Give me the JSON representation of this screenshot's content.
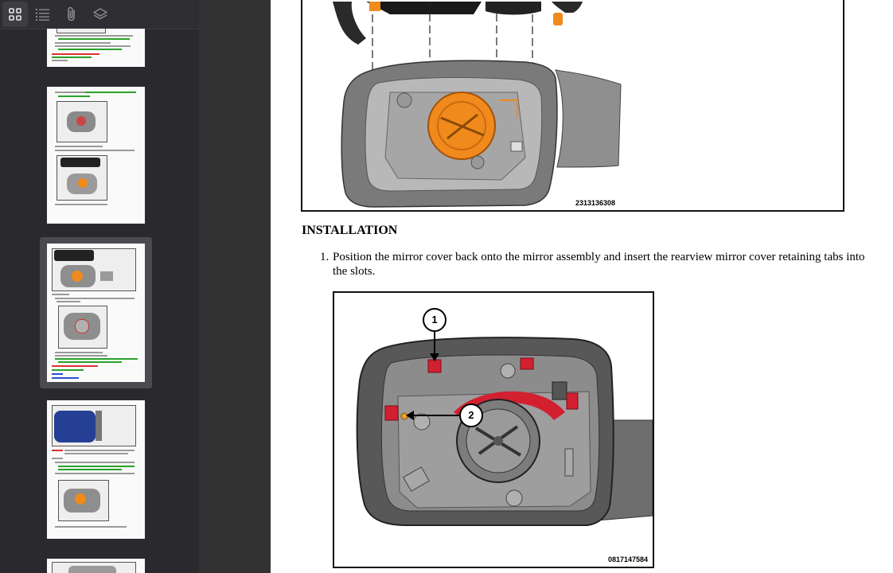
{
  "toolbar": {
    "buttons": [
      {
        "name": "thumbnails-icon"
      },
      {
        "name": "outline-icon"
      },
      {
        "name": "attachments-icon"
      },
      {
        "name": "layers-icon"
      }
    ]
  },
  "thumbnails": [
    {
      "page": 1
    },
    {
      "page": 2
    },
    {
      "page": 3,
      "selected": true
    },
    {
      "page": 4
    },
    {
      "page": 5
    }
  ],
  "document": {
    "figure_top_code": "2313136308",
    "section_heading": "INSTALLATION",
    "step1_number": "1.",
    "step1_text": "Position the mirror cover back onto the mirror assembly and insert the rearview mirror cover retaining tabs into the slots.",
    "figure_bottom_code": "0817147584",
    "callout_1": "1",
    "callout_2": "2"
  },
  "colors": {
    "part_orange": "#f08a1c",
    "tab_red": "#d22030",
    "housing_gray": "#5a5a5a"
  }
}
